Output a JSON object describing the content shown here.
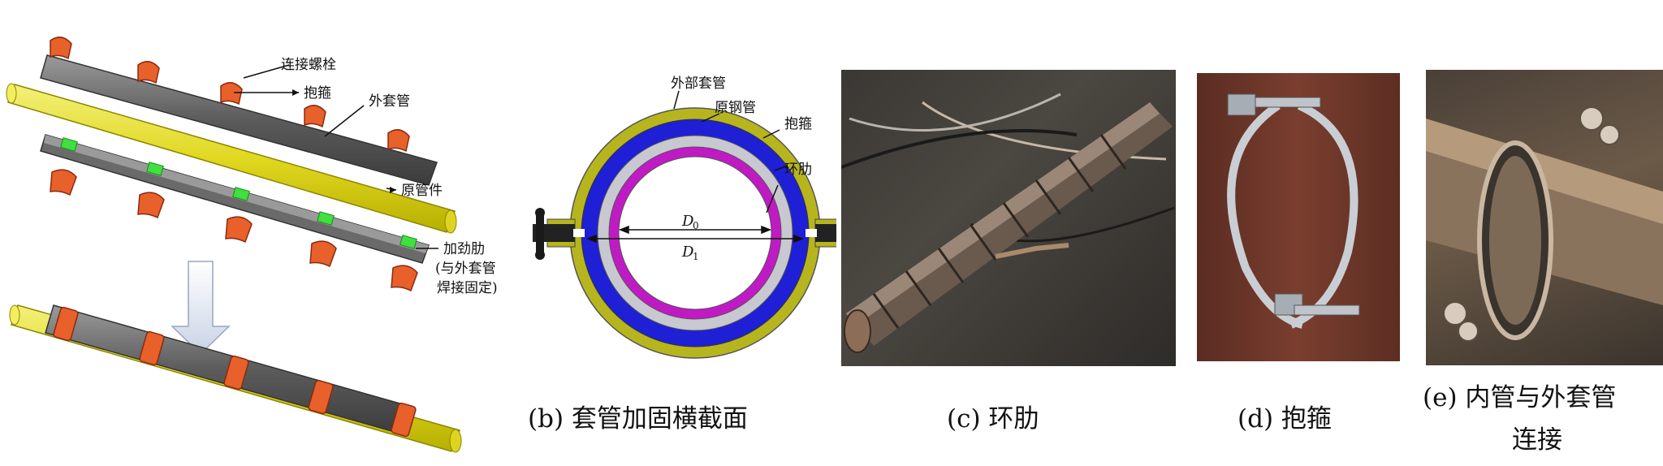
{
  "panel_a": {
    "labels": {
      "bolt": "连接螺栓",
      "clamp": "抱箍",
      "outer_sleeve": "外套管",
      "original_pipe": "原管件",
      "rib": "加劲肋",
      "rib_note_1": "(与外套管",
      "rib_note_2": "焊接固定)"
    }
  },
  "panel_b": {
    "labels": {
      "outer_sleeve": "外部套管",
      "steel_pipe": "原钢管",
      "clamp": "抱箍",
      "ring_rib": "环肋",
      "d0": "D",
      "d0_sub": "0",
      "d1": "D",
      "d1_sub": "1"
    },
    "caption": "(b)  套管加固横截面",
    "colors": {
      "outer_ring": "#b7b51e",
      "blue_ring": "#1f1fd6",
      "gray_ring": "#c8c8d0",
      "magenta_ring": "#c01ac4"
    }
  },
  "panel_c": {
    "caption": "(c)  环肋"
  },
  "panel_d": {
    "caption": "(d)  抱箍"
  },
  "panel_e": {
    "caption_line1": "(e)  内管与外套管",
    "caption_line2": "连接"
  }
}
